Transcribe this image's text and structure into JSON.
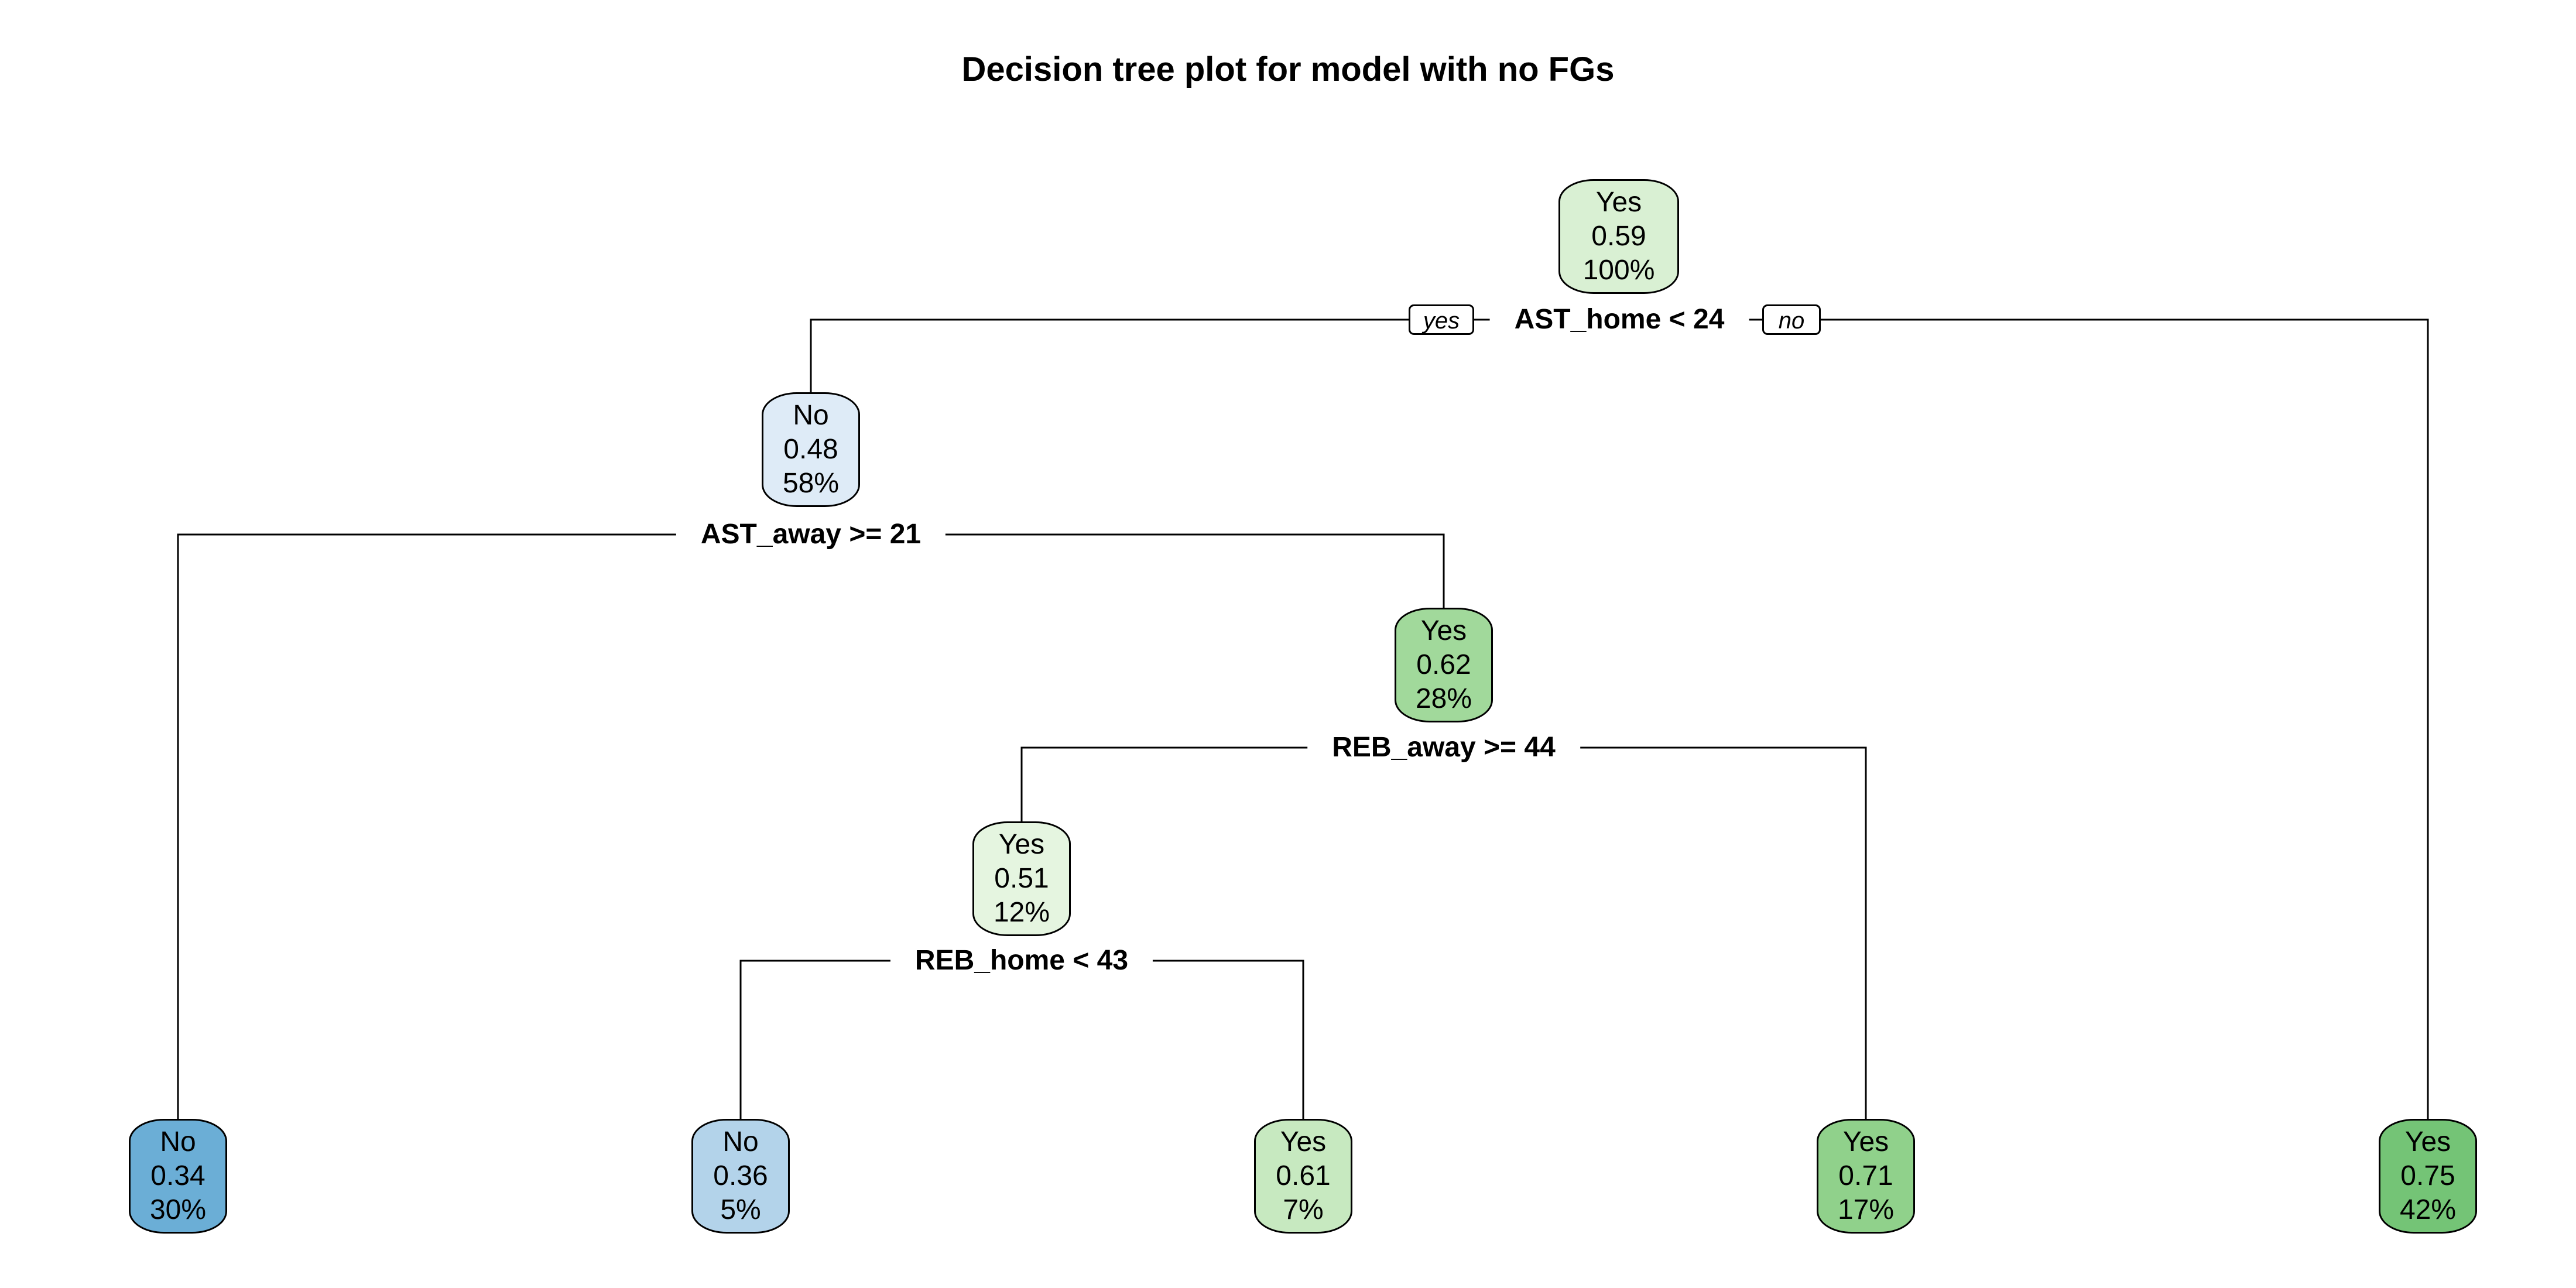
{
  "title": "Decision tree plot for model with no FGs",
  "branch_labels": {
    "yes": "yes",
    "no": "no"
  },
  "nodes": [
    {
      "id": "n1",
      "class": "Yes",
      "prob": "0.59",
      "pct": "100%",
      "color": "#d9f0d3"
    },
    {
      "id": "n2",
      "class": "No",
      "prob": "0.48",
      "pct": "58%",
      "color": "#deebf7"
    },
    {
      "id": "n4",
      "class": "No",
      "prob": "0.34",
      "pct": "30%",
      "color": "#6baed6"
    },
    {
      "id": "n5",
      "class": "Yes",
      "prob": "0.62",
      "pct": "28%",
      "color": "#a1d99b"
    },
    {
      "id": "n10",
      "class": "Yes",
      "prob": "0.51",
      "pct": "12%",
      "color": "#e5f5e0"
    },
    {
      "id": "n20",
      "class": "No",
      "prob": "0.36",
      "pct": "5%",
      "color": "#b3d3ea"
    },
    {
      "id": "n21",
      "class": "Yes",
      "prob": "0.61",
      "pct": "7%",
      "color": "#c7e9c0"
    },
    {
      "id": "n11",
      "class": "Yes",
      "prob": "0.71",
      "pct": "17%",
      "color": "#90d18b"
    },
    {
      "id": "n3",
      "class": "Yes",
      "prob": "0.75",
      "pct": "42%",
      "color": "#74c476"
    }
  ],
  "splits": [
    {
      "id": "s1",
      "label": "AST_home < 24"
    },
    {
      "id": "s2",
      "label": "AST_away >= 21"
    },
    {
      "id": "s5",
      "label": "REB_away >= 44"
    },
    {
      "id": "s10",
      "label": "REB_home < 43"
    }
  ]
}
